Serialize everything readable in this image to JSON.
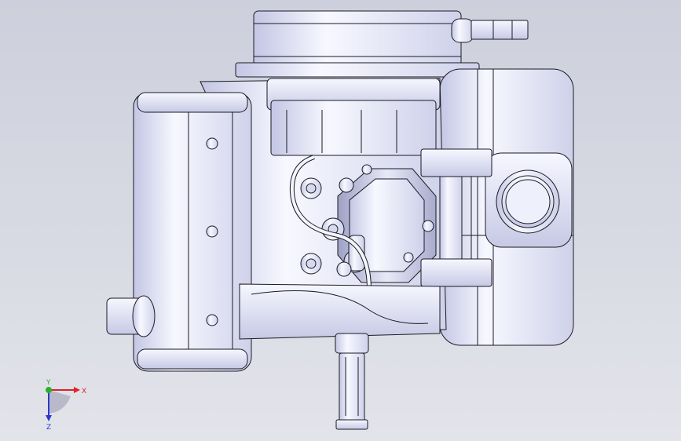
{
  "view": {
    "background_top": "#cdd0dc",
    "background_bottom": "#e3e4ea",
    "model_line_color": "#1a1a24",
    "model_face_color": "#f2f3fb",
    "model_shade_color": "#c9cbe6"
  },
  "triad": {
    "x_label": "X",
    "y_label": "Y",
    "z_label": "Z",
    "x_color": "#e0202a",
    "y_color": "#2cb02c",
    "z_color": "#2a3ad0"
  }
}
